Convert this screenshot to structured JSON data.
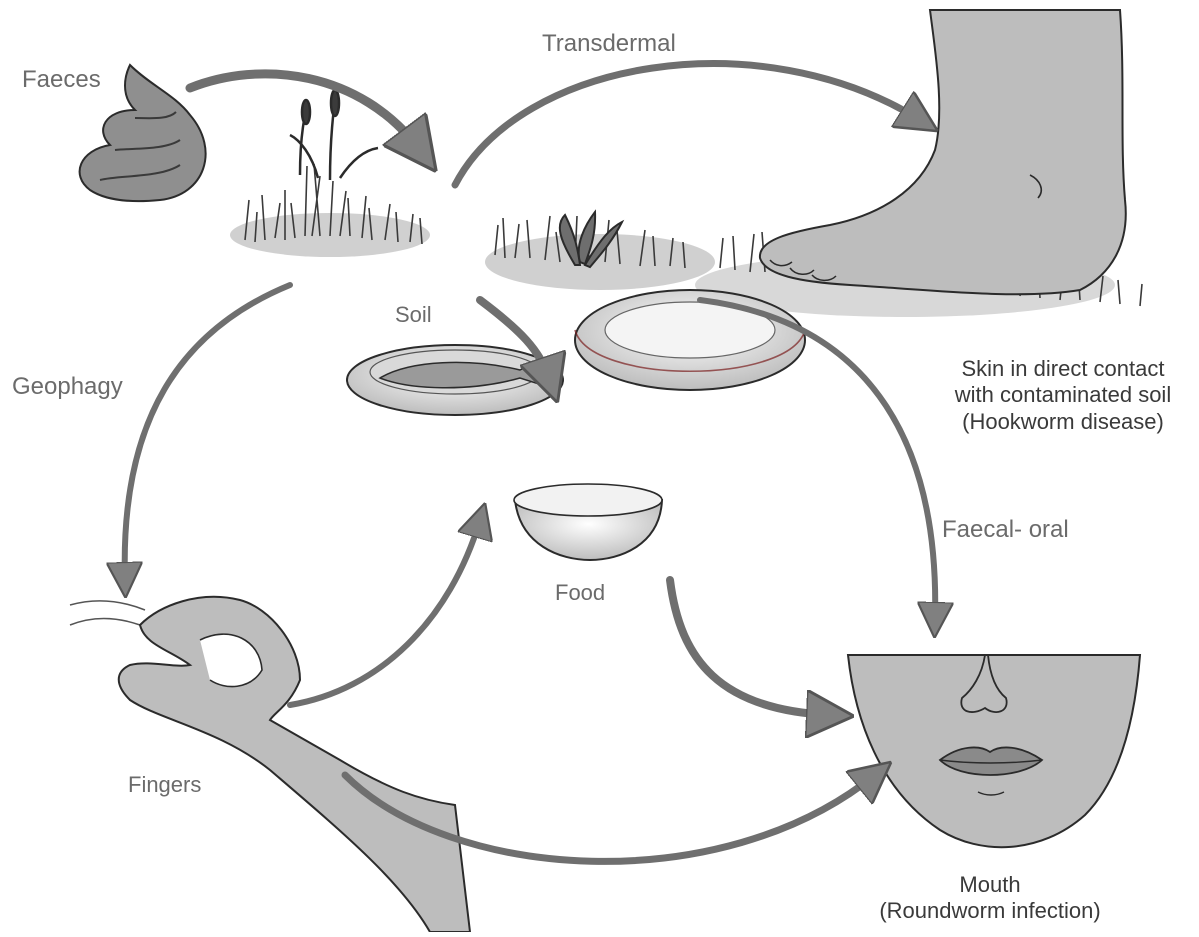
{
  "labels": {
    "faeces": "Faeces",
    "transdermal": "Transdermal",
    "soil": "Soil",
    "geophagy": "Geophagy",
    "food": "Food",
    "fingers": "Fingers",
    "faecal_oral": "Faecal- oral",
    "mouth": [
      "Mouth",
      "(Roundworm infection)"
    ],
    "skin": [
      "Skin in direct contact",
      "with contaminated soil",
      "(Hookworm disease)"
    ]
  },
  "colors": {
    "arrow_fill": "#8a8a8a",
    "figure_fill": "#bdbdbd",
    "outline": "#2b2b2b",
    "label_text": "#6b6b6b"
  }
}
